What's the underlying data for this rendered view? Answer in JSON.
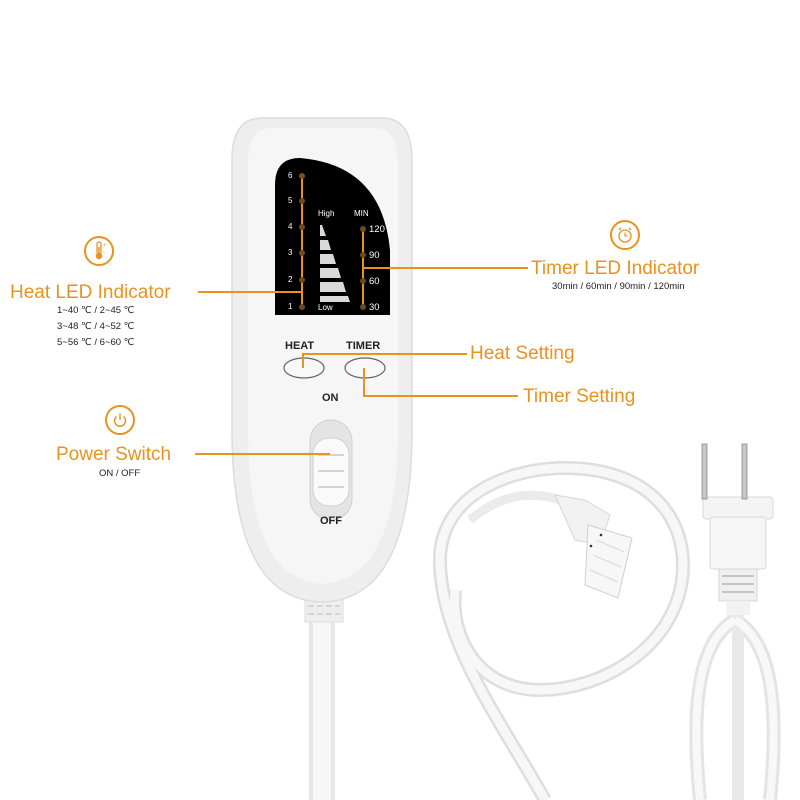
{
  "colors": {
    "accent": "#e8921f",
    "device_body": "#f3f3f3",
    "display_panel": "#000000",
    "text_dark": "#222222"
  },
  "device": {
    "display": {
      "heat_levels": [
        "6",
        "5",
        "4",
        "3",
        "2",
        "1"
      ],
      "high_label": "High",
      "low_label": "Low",
      "timer_header": "MIN",
      "timer_values": [
        "120",
        "90",
        "60",
        "30"
      ]
    },
    "buttons": {
      "heat_label": "HEAT",
      "timer_label": "TIMER"
    },
    "switch": {
      "on_label": "ON",
      "off_label": "OFF"
    }
  },
  "callouts": {
    "heat_led": {
      "icon": "thermometer-icon",
      "title": "Heat LED Indicator",
      "lines": [
        "1~40 ℃  /  2~45 ℃",
        "3~48 ℃  /  4~52 ℃",
        "5~56 ℃  /  6~60 ℃"
      ]
    },
    "timer_led": {
      "icon": "alarm-clock-icon",
      "title": "Timer LED Indicator",
      "subtitle": "30min / 60min / 90min / 120min"
    },
    "heat_setting": {
      "title": "Heat Setting"
    },
    "timer_setting": {
      "title": "Timer Setting"
    },
    "power_switch": {
      "icon": "power-icon",
      "title": "Power Switch",
      "subtitle": "ON / OFF"
    }
  }
}
